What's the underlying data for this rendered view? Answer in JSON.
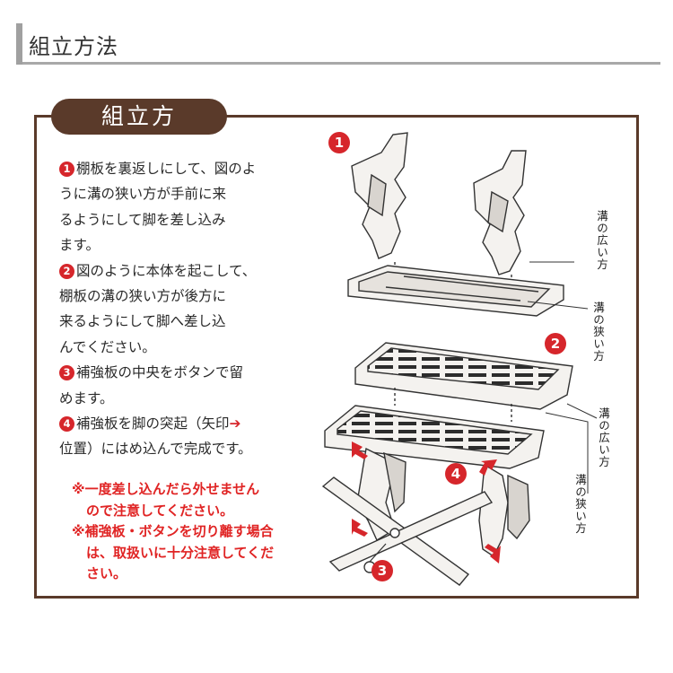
{
  "header": {
    "title": "組立方法"
  },
  "panel": {
    "label": "組立方"
  },
  "steps": [
    {
      "num": "1",
      "lines": [
        "棚板を裏返しにして、図のよ",
        "うに溝の狭い方が手前に来",
        "るようにして脚を差し込み",
        "ます。"
      ]
    },
    {
      "num": "2",
      "lines": [
        "図のように本体を起こして、",
        "棚板の溝の狭い方が後方に",
        "来るようにして脚へ差し込",
        "んでください。"
      ]
    },
    {
      "num": "3",
      "lines": [
        "補強板の中央をボタンで留",
        "めます。"
      ]
    },
    {
      "num": "4",
      "lines": [
        "補強板を脚の突起（矢印",
        "位置）にはめ込んで完成です。"
      ],
      "arrow": "➔"
    }
  ],
  "notes": [
    [
      "※一度差し込んだら外せません",
      "ので注意してください。"
    ],
    [
      "※補強板・ボタンを切り離す場合",
      "は、取扱いに十分注意してくだ",
      "さい。"
    ]
  ],
  "diagram": {
    "badges": [
      "1",
      "2",
      "3",
      "4"
    ],
    "labels": {
      "wide_top": "溝の広い方",
      "narrow_top": "溝の狭い方",
      "wide_bottom": "溝の広い方",
      "narrow_bottom": "溝の狭い方"
    }
  },
  "colors": {
    "accent": "#d6262b",
    "panel_brown": "#5a3a2a",
    "header_gray": "#a0a0a0"
  }
}
